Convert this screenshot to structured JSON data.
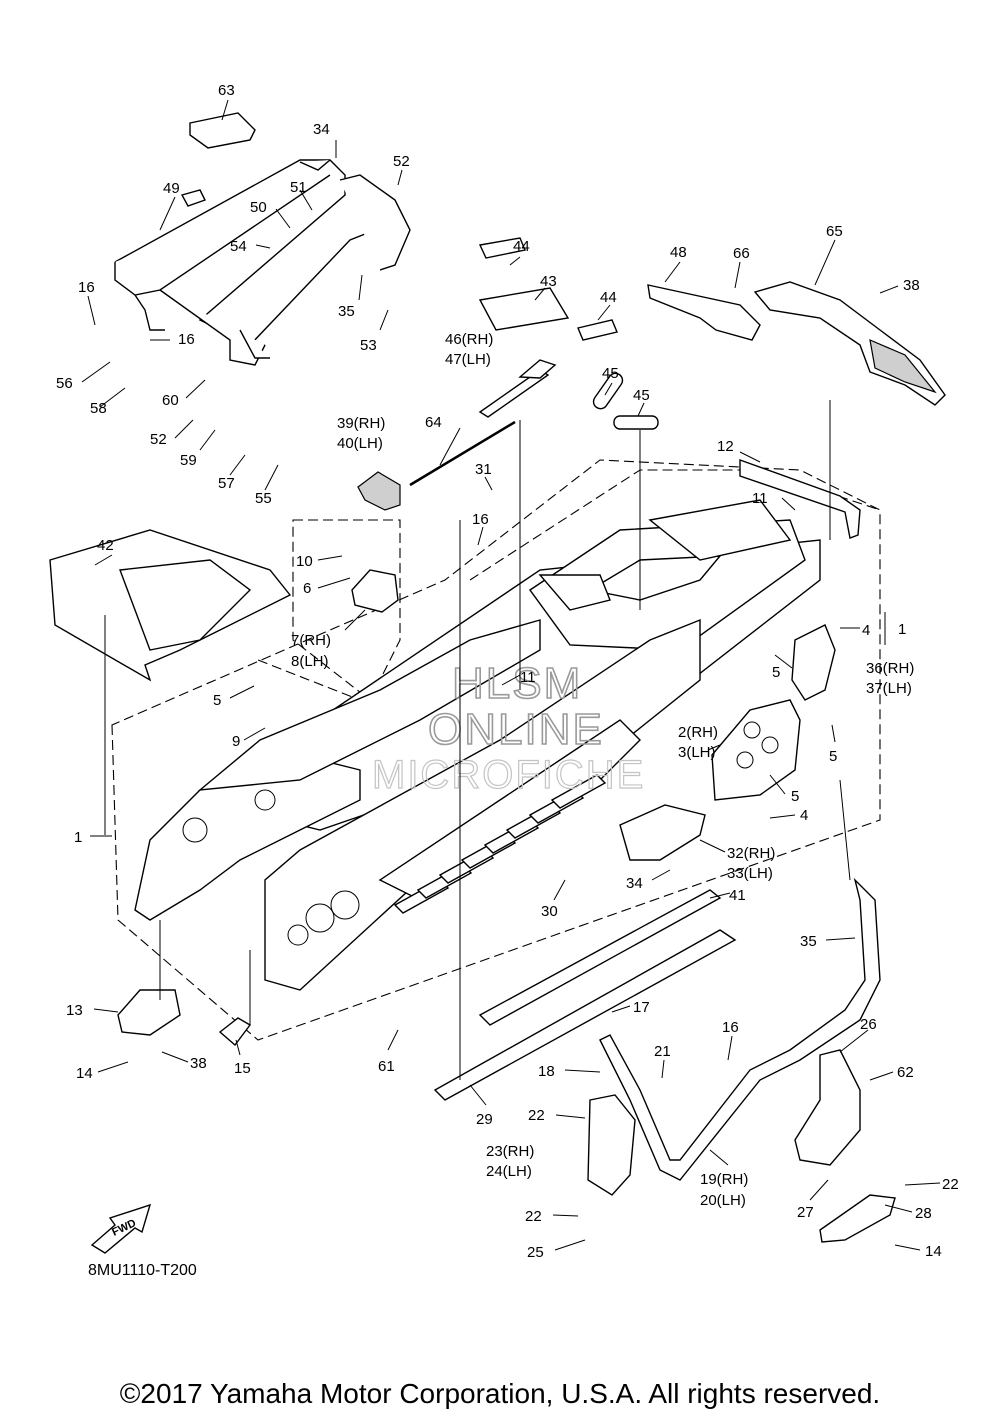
{
  "diagram": {
    "code": "8MU1110-T200",
    "fwd_label": "FWD",
    "watermark": [
      "HLSM",
      "ONLINE",
      "MICROFICHE"
    ],
    "callouts": [
      "63",
      "34",
      "52",
      "51",
      "50",
      "49",
      "54",
      "35",
      "53",
      "16",
      "16",
      "56",
      "58",
      "60",
      "52",
      "59",
      "57",
      "55",
      "44",
      "43",
      "44",
      "46(RH)",
      "47(LH)",
      "45",
      "45",
      "48",
      "66",
      "65",
      "38",
      "39(RH)",
      "40(LH)",
      "64",
      "31",
      "16",
      "12",
      "11",
      "42",
      "10",
      "6",
      "7(RH)",
      "8(LH)",
      "4",
      "1",
      "5",
      "36(RH)",
      "37(LH)",
      "5",
      "9",
      "11",
      "2(RH)",
      "3(LH)",
      "5",
      "5",
      "4",
      "1",
      "32(RH)",
      "33(LH)",
      "34",
      "30",
      "41",
      "35",
      "13",
      "14",
      "38",
      "15",
      "61",
      "17",
      "21",
      "18",
      "16",
      "26",
      "62",
      "22",
      "23(RH)",
      "24(LH)",
      "29",
      "19(RH)",
      "20(LH)",
      "22",
      "27",
      "28",
      "22",
      "25",
      "14"
    ]
  },
  "copyright": "©2017 Yamaha Motor Corporation, U.S.A. All rights reserved."
}
